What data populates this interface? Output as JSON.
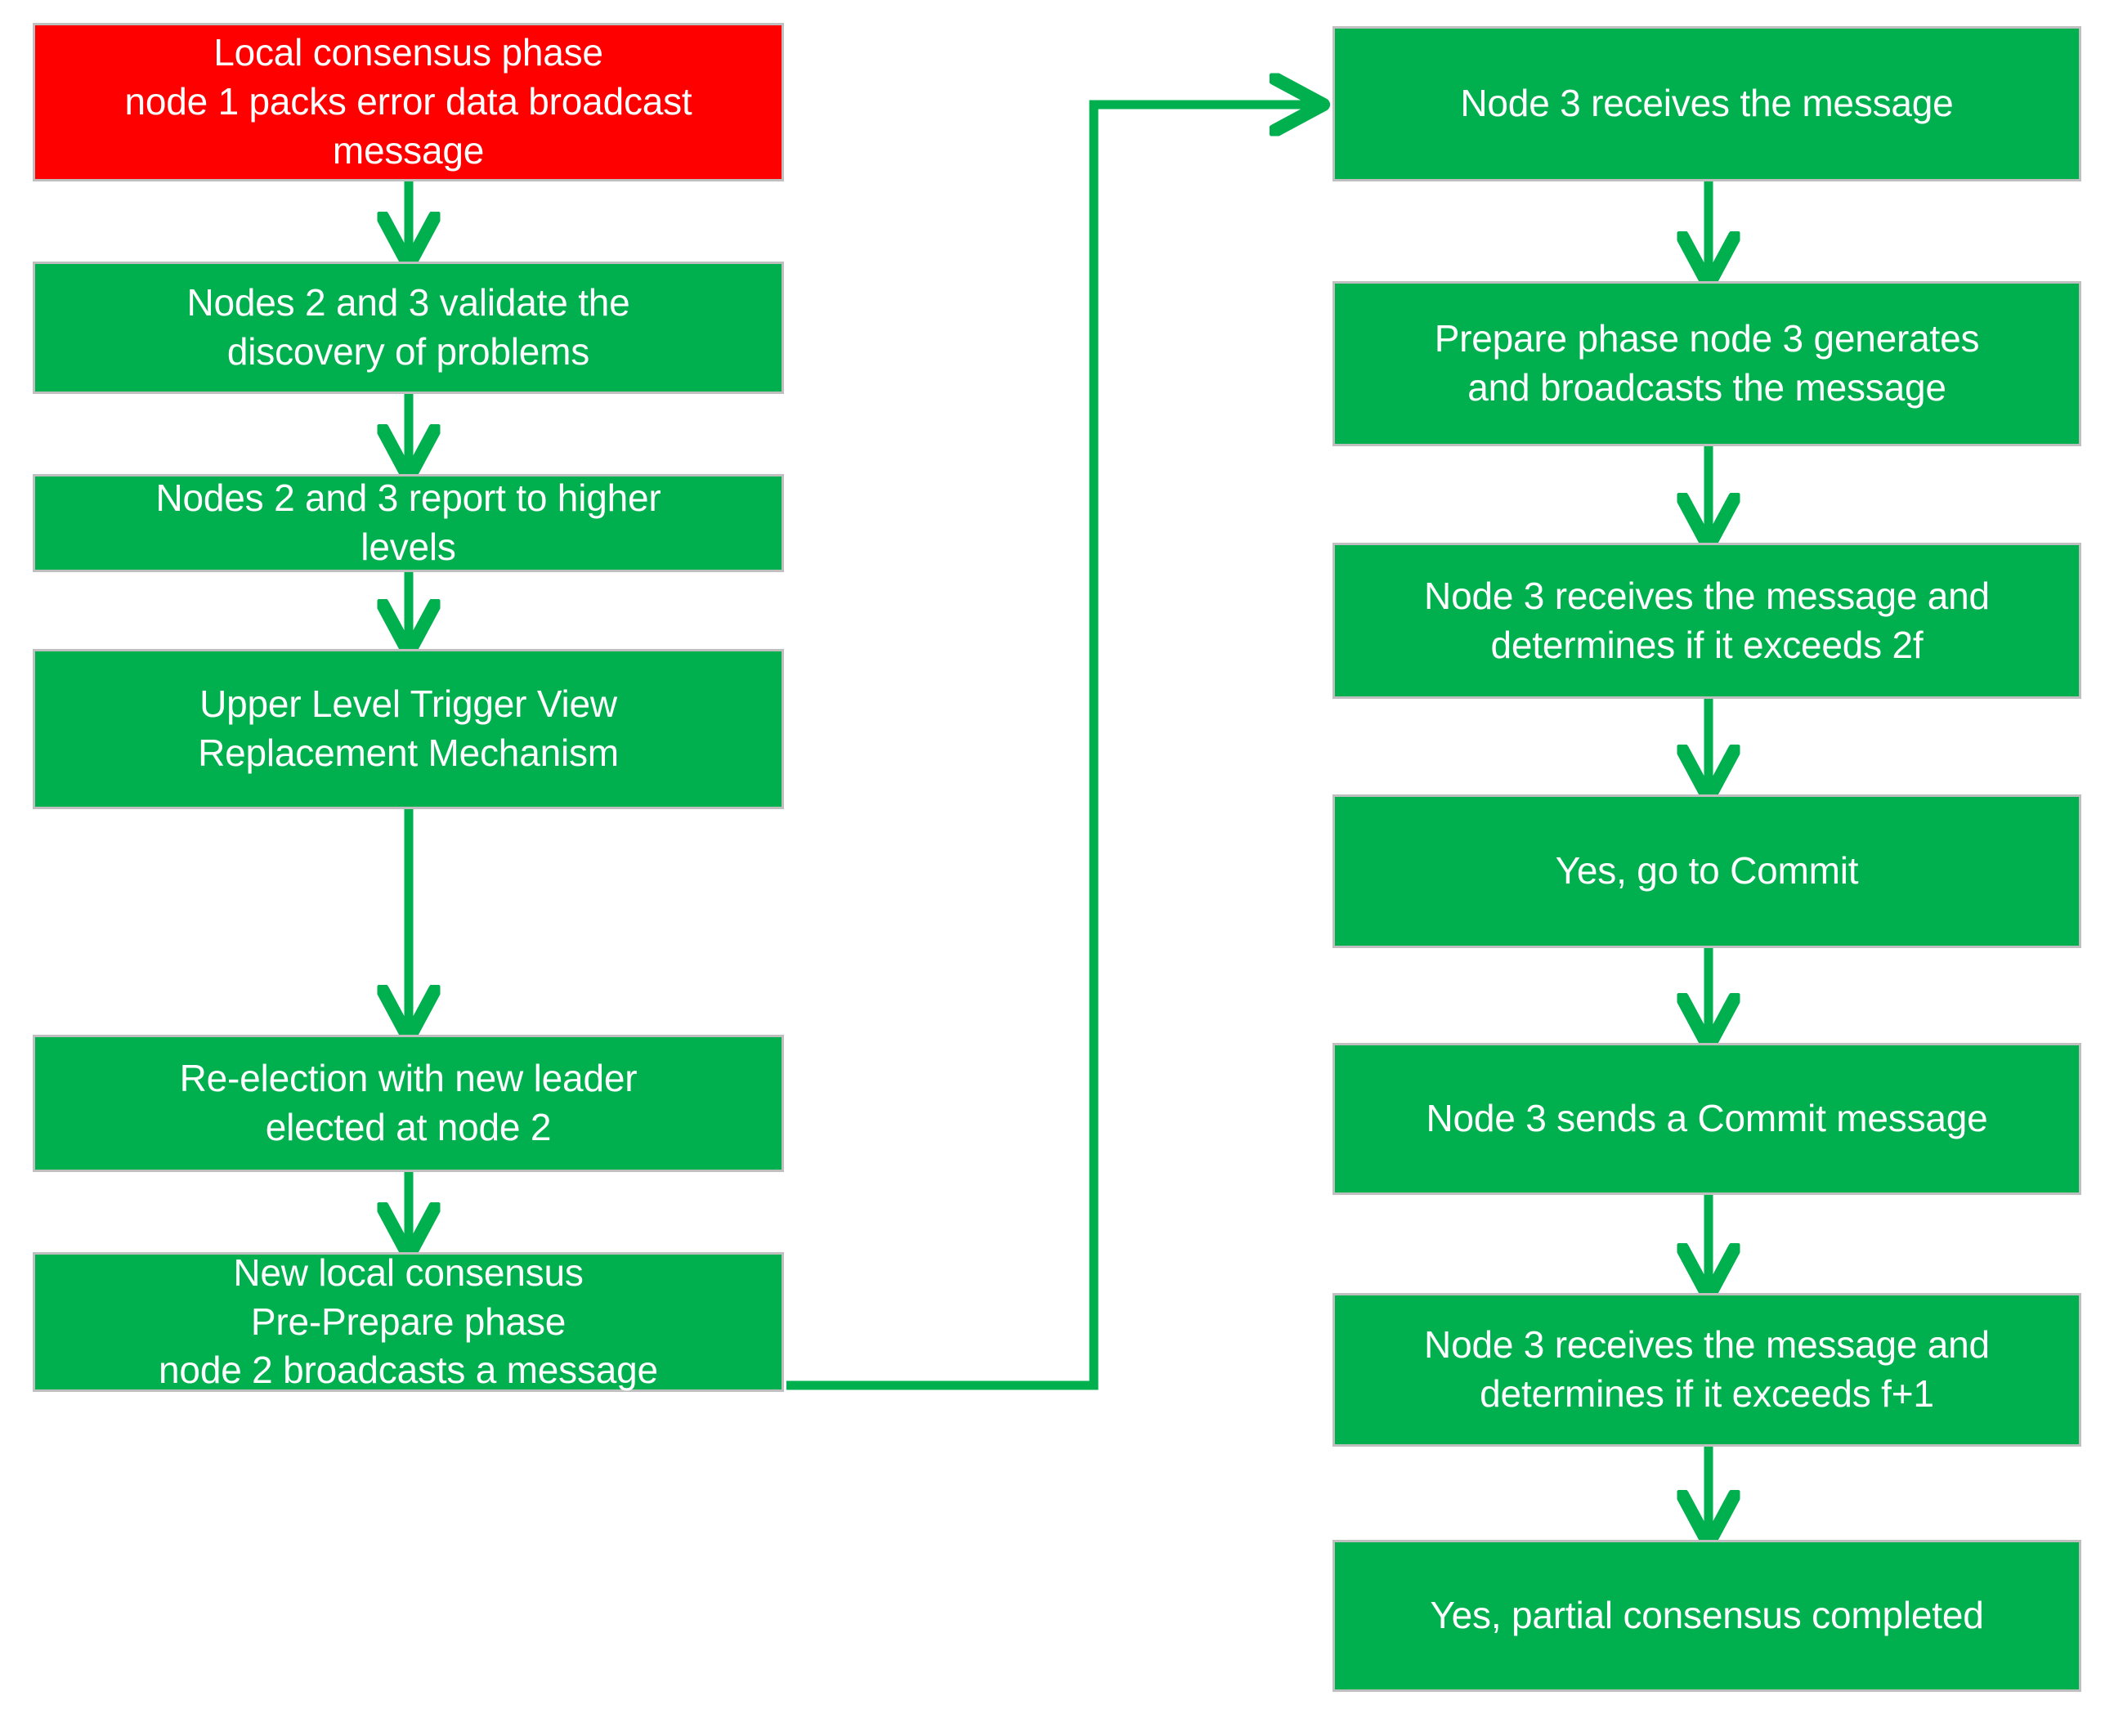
{
  "diagram": {
    "title": "PBFT local consensus and view-change flowchart",
    "colors": {
      "node_green": "#00B04F",
      "node_red": "#FF0000",
      "node_border": "#BFBFBF",
      "node_text": "#FFFFFF",
      "arrow": "#00B04F",
      "background": "#FFFFFF"
    },
    "left_column": {
      "nodes": [
        {
          "id": "local-consensus-phase",
          "color": "red",
          "text": "Local consensus phase\nnode 1 packs error data broadcast\nmessage"
        },
        {
          "id": "nodes-validate-discovery",
          "color": "green",
          "text": "Nodes 2 and 3 validate the\ndiscovery of problems"
        },
        {
          "id": "nodes-report-higher-levels",
          "color": "green",
          "text": "Nodes 2 and 3 report to higher\nlevels"
        },
        {
          "id": "upper-level-trigger-view-replacement",
          "color": "green",
          "text": "Upper Level Trigger View\nReplacement Mechanism"
        },
        {
          "id": "re-election-new-leader",
          "color": "green",
          "text": "Re-election with new leader\nelected at node 2"
        },
        {
          "id": "new-local-consensus-pre-prepare",
          "color": "green",
          "text": "New local consensus\nPre-Prepare phase\nnode 2 broadcasts a message"
        }
      ]
    },
    "right_column": {
      "nodes": [
        {
          "id": "node3-receives-message",
          "color": "green",
          "text": "Node 3 receives the message"
        },
        {
          "id": "prepare-phase-node3-generates",
          "color": "green",
          "text": "Prepare phase node 3 generates\nand broadcasts the message"
        },
        {
          "id": "node3-determines-exceeds-2f",
          "color": "green",
          "text": "Node 3 receives the message and\ndetermines if it exceeds 2f"
        },
        {
          "id": "yes-go-to-commit",
          "color": "green",
          "text": "Yes, go to Commit"
        },
        {
          "id": "node3-sends-commit-message",
          "color": "green",
          "text": "Node 3 sends a Commit message"
        },
        {
          "id": "node3-determines-exceeds-f-plus-1",
          "color": "green",
          "text": "Node 3 receives the message and\ndetermines if it exceeds f+1"
        },
        {
          "id": "yes-partial-consensus-completed",
          "color": "green",
          "text": "Yes, partial consensus completed"
        }
      ]
    },
    "connectors": [
      {
        "id": "left-1-to-2",
        "kind": "vertical-arrow"
      },
      {
        "id": "left-2-to-3",
        "kind": "vertical-arrow"
      },
      {
        "id": "left-3-to-4",
        "kind": "vertical-arrow"
      },
      {
        "id": "left-4-to-5",
        "kind": "vertical-arrow"
      },
      {
        "id": "left-5-to-6",
        "kind": "vertical-arrow"
      },
      {
        "id": "left-6-to-right-1",
        "kind": "elbow-arrow"
      },
      {
        "id": "right-1-to-2",
        "kind": "vertical-arrow"
      },
      {
        "id": "right-2-to-3",
        "kind": "vertical-arrow"
      },
      {
        "id": "right-3-to-4",
        "kind": "vertical-arrow"
      },
      {
        "id": "right-4-to-5",
        "kind": "vertical-arrow"
      },
      {
        "id": "right-5-to-6",
        "kind": "vertical-arrow"
      },
      {
        "id": "right-6-to-7",
        "kind": "vertical-arrow"
      }
    ]
  }
}
